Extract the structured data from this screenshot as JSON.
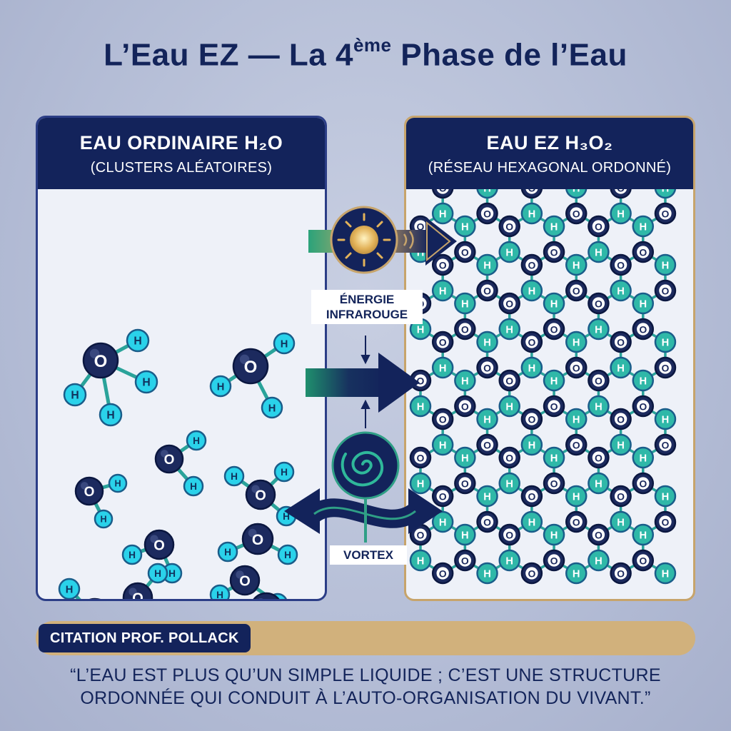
{
  "title": {
    "main": "L’Eau EZ — La 4",
    "sup": "ème",
    "rest": " Phase de l’Eau"
  },
  "left_panel": {
    "heading": "EAU ORDINAIRE H₂O",
    "subheading": "(CLUSTERS ALÉATOIRES)"
  },
  "right_panel": {
    "heading": "EAU EZ H₃O₂",
    "subheading": "(RÉSEAU HEXAGONAL ORDONNÉ)"
  },
  "middle": {
    "energy_label_1": "ÉNERGIE",
    "energy_label_2": "INFRAROUGE",
    "vortex_label": "VORTEX",
    "sun_icon": "sun-icon",
    "vortex_icon": "vortex-icon"
  },
  "atoms": {
    "oxygen": "O",
    "hydrogen": "H"
  },
  "quote": {
    "tag": "CITATION PROF. POLLACK",
    "text": "“L’eau est plus qu’un simple liquide ; c’est une structure ordonnée qui conduit à l’auto-organisation du vivant.”"
  },
  "colors": {
    "navy": "#13235b",
    "oxygen": "#1c2a5e",
    "hydrogen": "#2ad2ea",
    "hydrogen_lattice": "#2fb8a8",
    "bond": "#2aa39a",
    "gold": "#c7a46b",
    "panel": "#eef1f8"
  }
}
